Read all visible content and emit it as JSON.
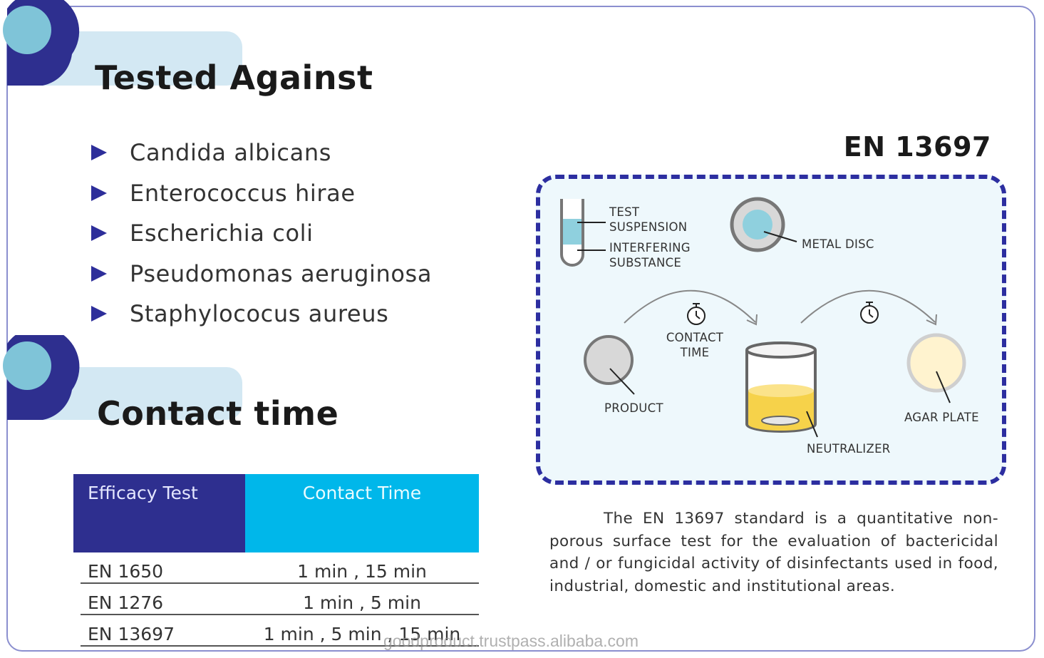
{
  "section1": {
    "title": "Tested Against",
    "organisms": [
      "Candida albicans",
      "Enterococcus hirae",
      "Escherichia coli",
      "Pseudomonas aeruginosa",
      "Staphylococus aureus"
    ]
  },
  "section2": {
    "title": "Contact time",
    "table": {
      "headers": [
        "Efficacy Test",
        "Contact Time"
      ],
      "rows": [
        {
          "test": "EN 1650",
          "time": "1 min , 15 min"
        },
        {
          "test": "EN 1276",
          "time": "1 min , 5 min"
        },
        {
          "test": "EN 13697",
          "time": "1 min , 5 min , 15 min"
        }
      ]
    }
  },
  "diagram": {
    "title": "EN 13697",
    "labels": {
      "test_suspension": "TEST\nSUSPENSION",
      "interfering_substance": "INTERFERING\nSUBSTANCE",
      "metal_disc": "METAL DISC",
      "contact_time": "CONTACT\nTIME",
      "product": "PRODUCT",
      "neutralizer": "NEUTRALIZER",
      "agar_plate": "AGAR PLATE"
    },
    "description": "The EN 13697 standard is a quantitative non-porous surface test for the evaluation of bactericidal and / or fungicidal activity of disinfectants used in food, industrial, domestic and institutional areas."
  },
  "colors": {
    "navy": "#2e2f8f",
    "cyan": "#00b7ea",
    "light_blue": "#d3e8f3",
    "teal_circle": "#7fc4d8",
    "border": "#8b8fcf"
  },
  "icons": [
    "triangle-bullet-icon",
    "stopwatch-icon",
    "arrow-icon"
  ],
  "watermark": "goodproduct.trustpass.alibaba.com"
}
